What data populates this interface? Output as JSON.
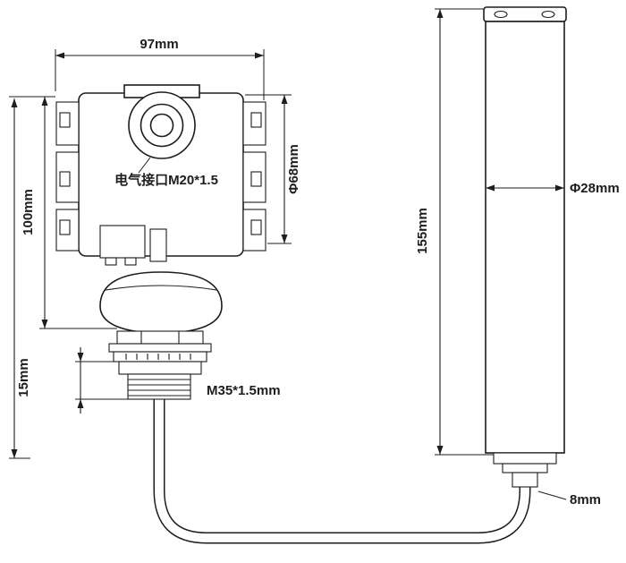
{
  "diagram": {
    "type": "technical-dimension-drawing",
    "subject": "pressure-level-transmitter-with-probe",
    "colors": {
      "line": "#1d1d1f",
      "background": "#ffffff"
    },
    "labels": {
      "top_width": "97mm",
      "housing_height": "100mm",
      "housing_diameter": "Φ68mm",
      "electrical_port": "电气接口M20*1.5",
      "flange_thickness": "15mm",
      "thread_spec": "M35*1.5mm",
      "probe_length": "155mm",
      "probe_diameter": "Φ28mm",
      "cable_diameter": "8mm"
    }
  }
}
